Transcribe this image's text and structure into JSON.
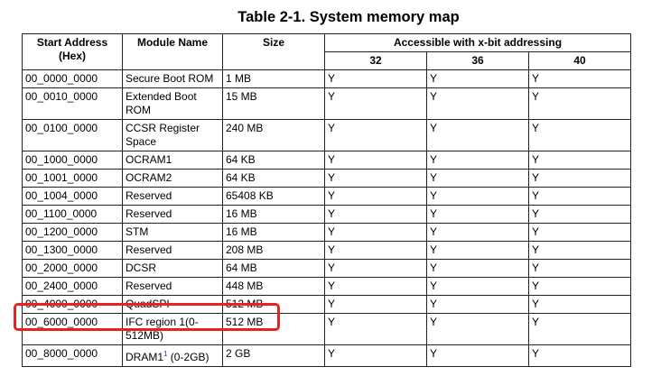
{
  "title": "Table 2-1.  System memory map",
  "headers": {
    "start": "Start Address (Hex)",
    "module": "Module Name",
    "size": "Size",
    "accessible": "Accessible with x-bit addressing",
    "b32": "32",
    "b36": "36",
    "b40": "40"
  },
  "rows": [
    {
      "addr": "00_0000_0000",
      "module": "Secure Boot ROM",
      "size": "1 MB",
      "a32": "Y",
      "a36": "Y",
      "a40": "Y"
    },
    {
      "addr": "00_0010_0000",
      "module": "Extended Boot ROM",
      "size": "15 MB",
      "a32": "Y",
      "a36": "Y",
      "a40": "Y"
    },
    {
      "addr": "00_0100_0000",
      "module": "CCSR Register Space",
      "size": "240 MB",
      "a32": "Y",
      "a36": "Y",
      "a40": "Y"
    },
    {
      "addr": "00_1000_0000",
      "module": "OCRAM1",
      "size": "64 KB",
      "a32": "Y",
      "a36": "Y",
      "a40": "Y"
    },
    {
      "addr": "00_1001_0000",
      "module": "OCRAM2",
      "size": "64 KB",
      "a32": "Y",
      "a36": "Y",
      "a40": "Y"
    },
    {
      "addr": "00_1004_0000",
      "module": "Reserved",
      "size": "65408 KB",
      "a32": "Y",
      "a36": "Y",
      "a40": "Y"
    },
    {
      "addr": "00_1100_0000",
      "module": "Reserved",
      "size": "16 MB",
      "a32": "Y",
      "a36": "Y",
      "a40": "Y"
    },
    {
      "addr": "00_1200_0000",
      "module": "STM",
      "size": "16 MB",
      "a32": "Y",
      "a36": "Y",
      "a40": "Y"
    },
    {
      "addr": "00_1300_0000",
      "module": "Reserved",
      "size": "208 MB",
      "a32": "Y",
      "a36": "Y",
      "a40": "Y"
    },
    {
      "addr": "00_2000_0000",
      "module": "DCSR",
      "size": "64 MB",
      "a32": "Y",
      "a36": "Y",
      "a40": "Y"
    },
    {
      "addr": "00_2400_0000",
      "module": "Reserved",
      "size": "448 MB",
      "a32": "Y",
      "a36": "Y",
      "a40": "Y"
    },
    {
      "addr": "00_4000_0000",
      "module": "QuadSPI",
      "size": "512 MB",
      "a32": "Y",
      "a36": "Y",
      "a40": "Y"
    },
    {
      "addr": "00_6000_0000",
      "module": "IFC region 1(0-512MB)",
      "size": "512 MB",
      "a32": "Y",
      "a36": "Y",
      "a40": "Y"
    },
    {
      "addr": "00_8000_0000",
      "module": "DRAM1",
      "footnote": "1",
      "module_suffix": " (0-2GB)",
      "size": "2 GB",
      "a32": "Y",
      "a36": "Y",
      "a40": "Y"
    }
  ],
  "highlight_color": "#e8231d"
}
